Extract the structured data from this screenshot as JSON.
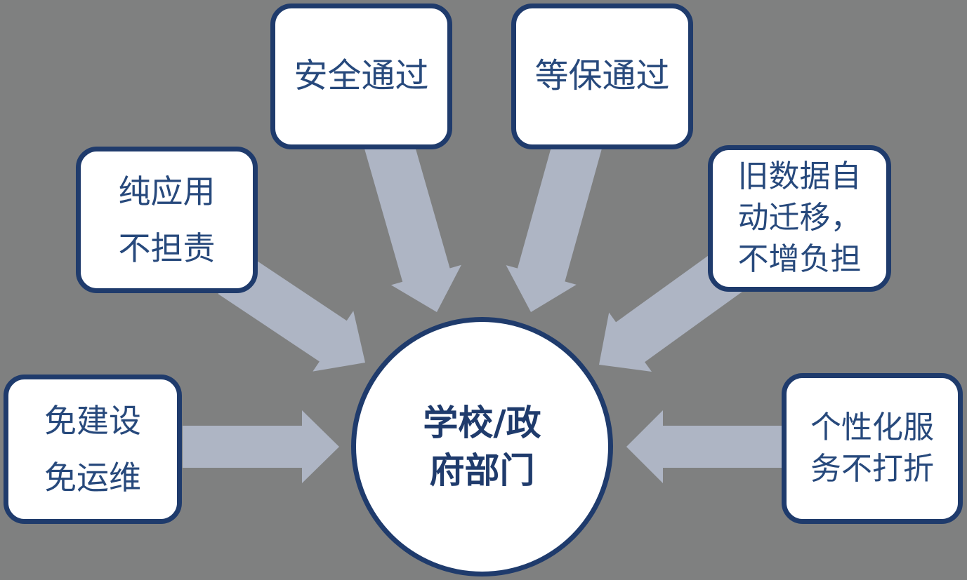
{
  "diagram": {
    "center": {
      "label": "学校/政\n府部门"
    },
    "boxes": [
      {
        "id": "security-pass",
        "label": "安全通过"
      },
      {
        "id": "dengbao-pass",
        "label": "等保通过"
      },
      {
        "id": "pure-app",
        "label": "纯应用\n不担责"
      },
      {
        "id": "data-migration",
        "label": "旧数据自\n动迁移，\n不增负担"
      },
      {
        "id": "no-build-no-ops",
        "label": "免建设\n免运维"
      },
      {
        "id": "personalized",
        "label": "个性化服\n务不打折"
      }
    ],
    "colors": {
      "background": "#7f8080",
      "shape_fill": "#ffffff",
      "border": "#1f3b6c",
      "text": "#27497c",
      "arrow": "#aeb5c4"
    }
  }
}
